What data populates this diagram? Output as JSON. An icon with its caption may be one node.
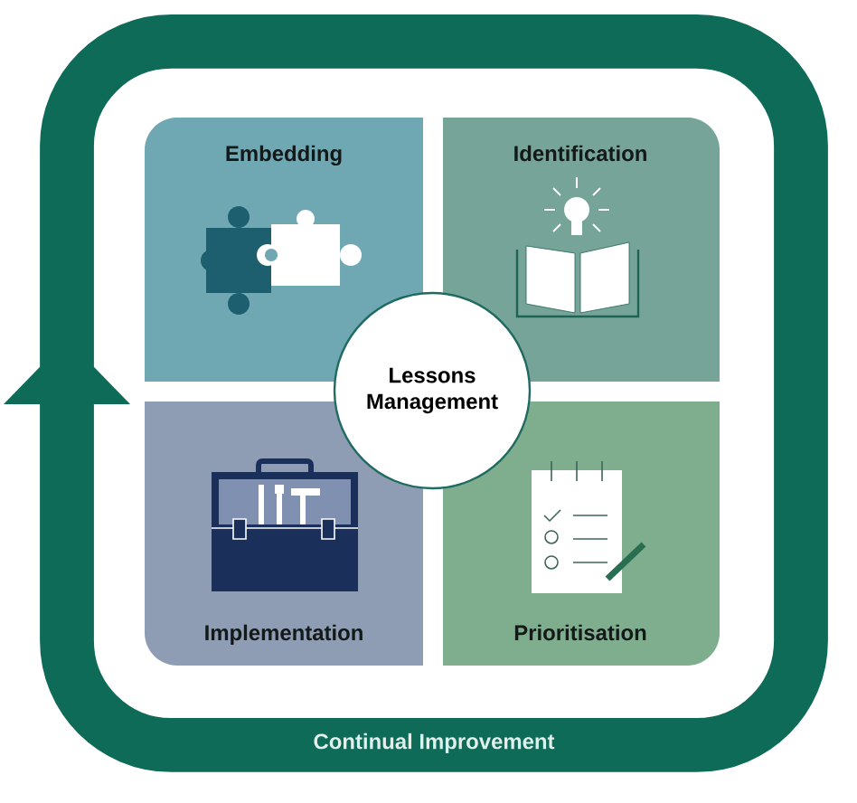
{
  "diagram": {
    "nodes": [
      {
        "text": [
          "Continual Improvement"
        ]
      },
      {
        "text": [
          "Embedding"
        ],
        "in": 0
      },
      {
        "text": [
          "Identification"
        ],
        "in": 0
      },
      {
        "text": [
          "Implementation"
        ],
        "in": 0
      },
      {
        "text": [
          "Prioritisation"
        ],
        "in": 0
      },
      {
        "text": [
          "Lessons Management"
        ],
        "in": 0
      }
    ],
    "edges": []
  }
}
